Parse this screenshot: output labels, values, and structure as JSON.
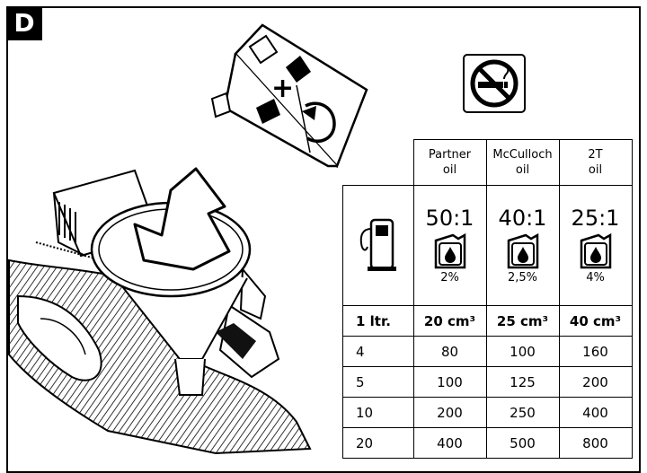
{
  "section": "D",
  "table": {
    "headers": [
      "Partner oil",
      "McCulloch oil",
      "2T oil"
    ],
    "header_lines": [
      [
        "Partner",
        "oil"
      ],
      [
        "McCulloch",
        "oil"
      ],
      [
        "2T",
        "oil"
      ]
    ],
    "ratios": [
      "50:1",
      "40:1",
      "25:1"
    ],
    "percents": [
      "2%",
      "2,5%",
      "4%"
    ],
    "unit_row": {
      "label": "1 ltr.",
      "values": [
        "20 cm³",
        "25 cm³",
        "40 cm³"
      ]
    },
    "rows": [
      {
        "liters": "4",
        "values": [
          "80",
          "100",
          "160"
        ]
      },
      {
        "liters": "5",
        "values": [
          "100",
          "125",
          "200"
        ]
      },
      {
        "liters": "10",
        "values": [
          "200",
          "250",
          "400"
        ]
      },
      {
        "liters": "20",
        "values": [
          "400",
          "500",
          "800"
        ]
      }
    ]
  },
  "icons": {
    "fuel_pump": "fuel-pump-icon",
    "oil_can": "oil-can-icon",
    "no_smoking": "no-smoking-icon",
    "fuel_can": "fuel-can-icon",
    "arrow": "pour-arrow-icon"
  }
}
